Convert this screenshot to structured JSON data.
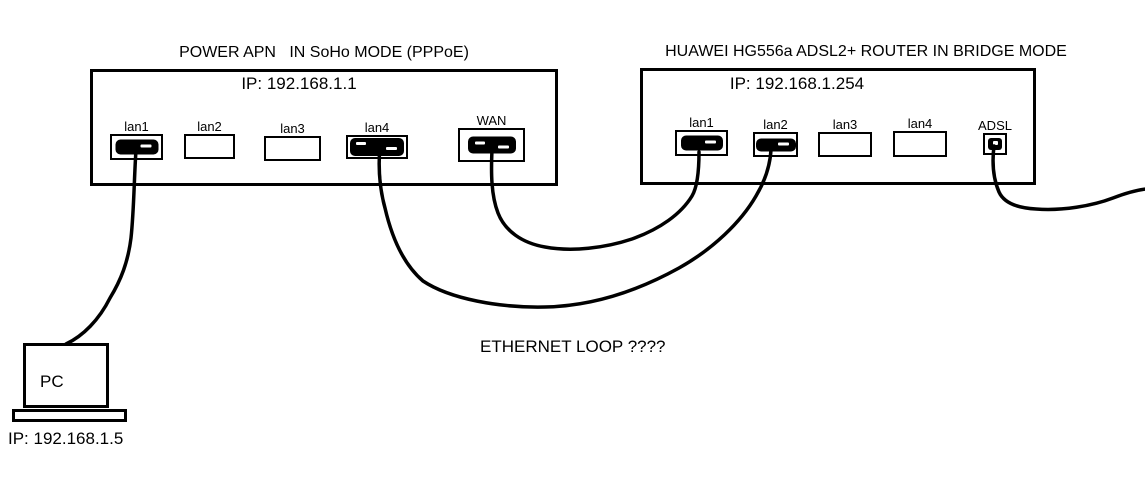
{
  "devices": {
    "router1": {
      "title": "POWER APN   IN SoHo MODE (PPPoE)",
      "ip": "IP: 192.168.1.1",
      "ports": [
        {
          "label": "lan1",
          "connected": true
        },
        {
          "label": "lan2",
          "connected": false
        },
        {
          "label": "lan3",
          "connected": false
        },
        {
          "label": "lan4",
          "connected": true
        },
        {
          "label": "WAN",
          "connected": true
        }
      ]
    },
    "router2": {
      "title": "HUAWEI HG556a ADSL2+ ROUTER IN BRIDGE MODE",
      "ip": "IP: 192.168.1.254",
      "ports": [
        {
          "label": "lan1",
          "connected": true
        },
        {
          "label": "lan2",
          "connected": true
        },
        {
          "label": "lan3",
          "connected": false
        },
        {
          "label": "lan4",
          "connected": false
        },
        {
          "label": "ADSL",
          "connected": true
        }
      ]
    },
    "pc": {
      "label": "PC",
      "ip": "IP: 192.168.1.5"
    }
  },
  "annotation": "ETHERNET LOOP ????",
  "connections": [
    {
      "from": "pc",
      "to": "router1.lan1"
    },
    {
      "from": "router1.lan4",
      "to": "router2.lan2"
    },
    {
      "from": "router1.WAN",
      "to": "router2.lan1"
    },
    {
      "from": "router2.ADSL",
      "to": "off-canvas-right"
    }
  ],
  "colors": {
    "line": "#000000",
    "background": "#ffffff"
  }
}
